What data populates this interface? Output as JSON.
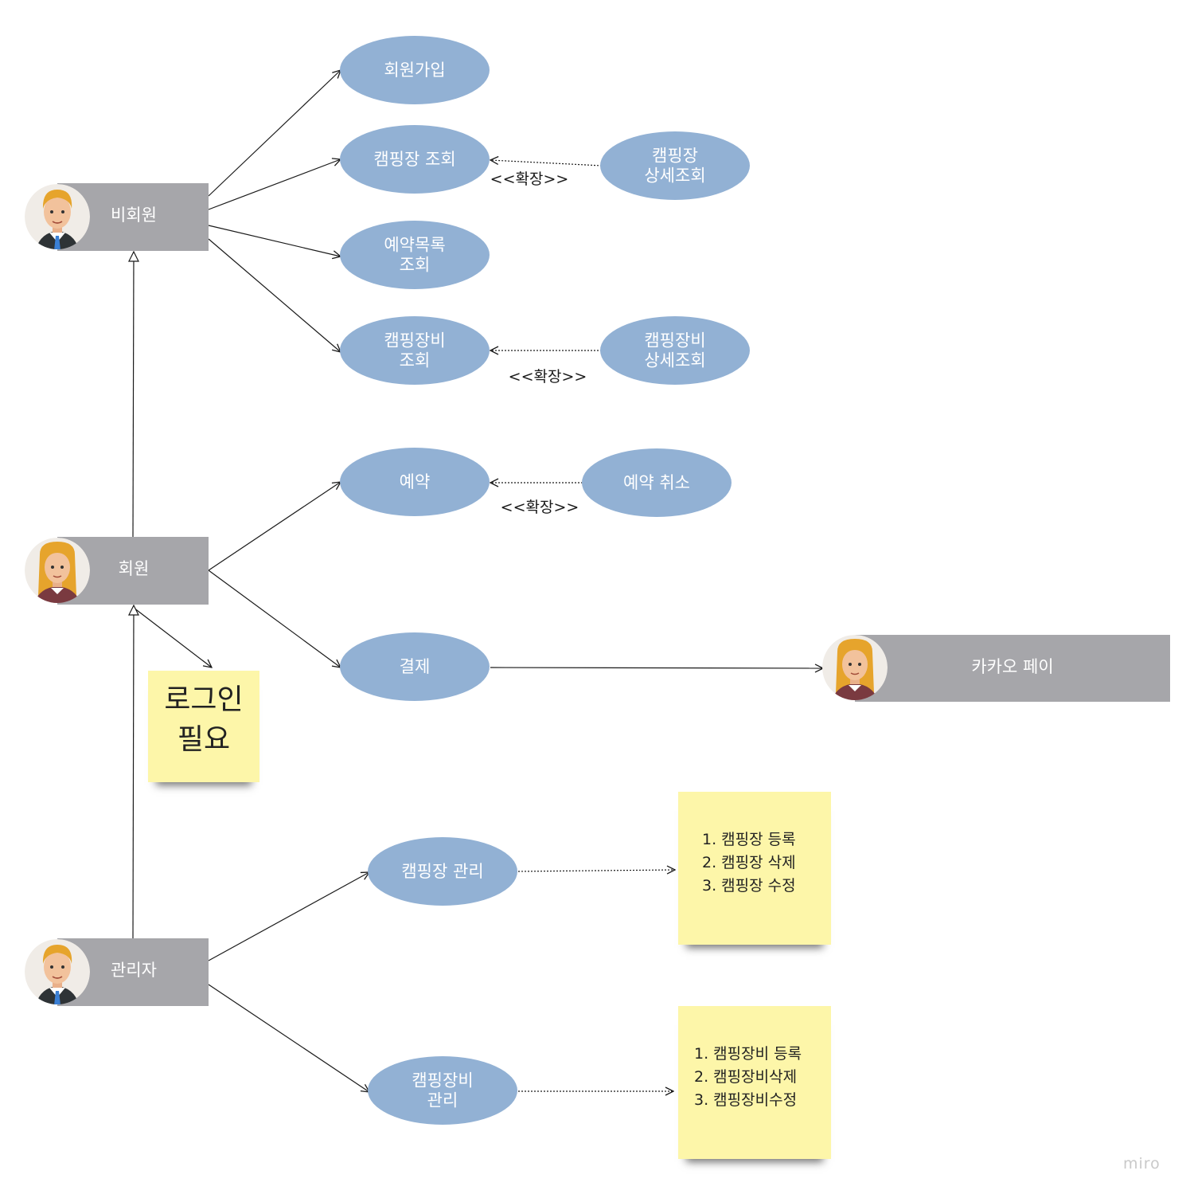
{
  "actors": {
    "non_member": "비회원",
    "member": "회원",
    "admin": "관리자",
    "kakao_pay": "카카오 페이"
  },
  "use_cases": {
    "signup": [
      "회원가입"
    ],
    "camp_view": [
      "캠핑장 조회"
    ],
    "camp_detail": [
      "캠핑장",
      "상세조회"
    ],
    "reservation_list": [
      "예약목록",
      "조회"
    ],
    "equip_view": [
      "캠핑장비",
      "조회"
    ],
    "equip_detail": [
      "캠핑장비",
      "상세조회"
    ],
    "reserve": [
      "예약"
    ],
    "reserve_cancel": [
      "예약 취소"
    ],
    "payment": [
      "결제"
    ],
    "camp_manage": [
      "캠핑장 관리"
    ],
    "equip_manage": [
      "캠핑장비",
      "관리"
    ]
  },
  "stereotypes": {
    "extend_1": "<<확장>>",
    "extend_2": "<<확장>>",
    "extend_3": "<<확장>>"
  },
  "notes": {
    "login_required": [
      "로그인",
      "필요"
    ],
    "camp_manage_items": [
      "1. 캠핑장 등록",
      "2. 캠핑장 삭제",
      "3. 캠핑장 수정"
    ],
    "equip_manage_items": [
      "1. 캠핑장비 등록",
      "2. 캠핑장비삭제",
      "3. 캠핑장비수정"
    ]
  },
  "watermark": "miro",
  "colors": {
    "use_case_fill": "#92b1d4",
    "actor_fill": "#a6a6aa",
    "note_fill": "#fdf6a9",
    "line": "#1a1a1a"
  }
}
